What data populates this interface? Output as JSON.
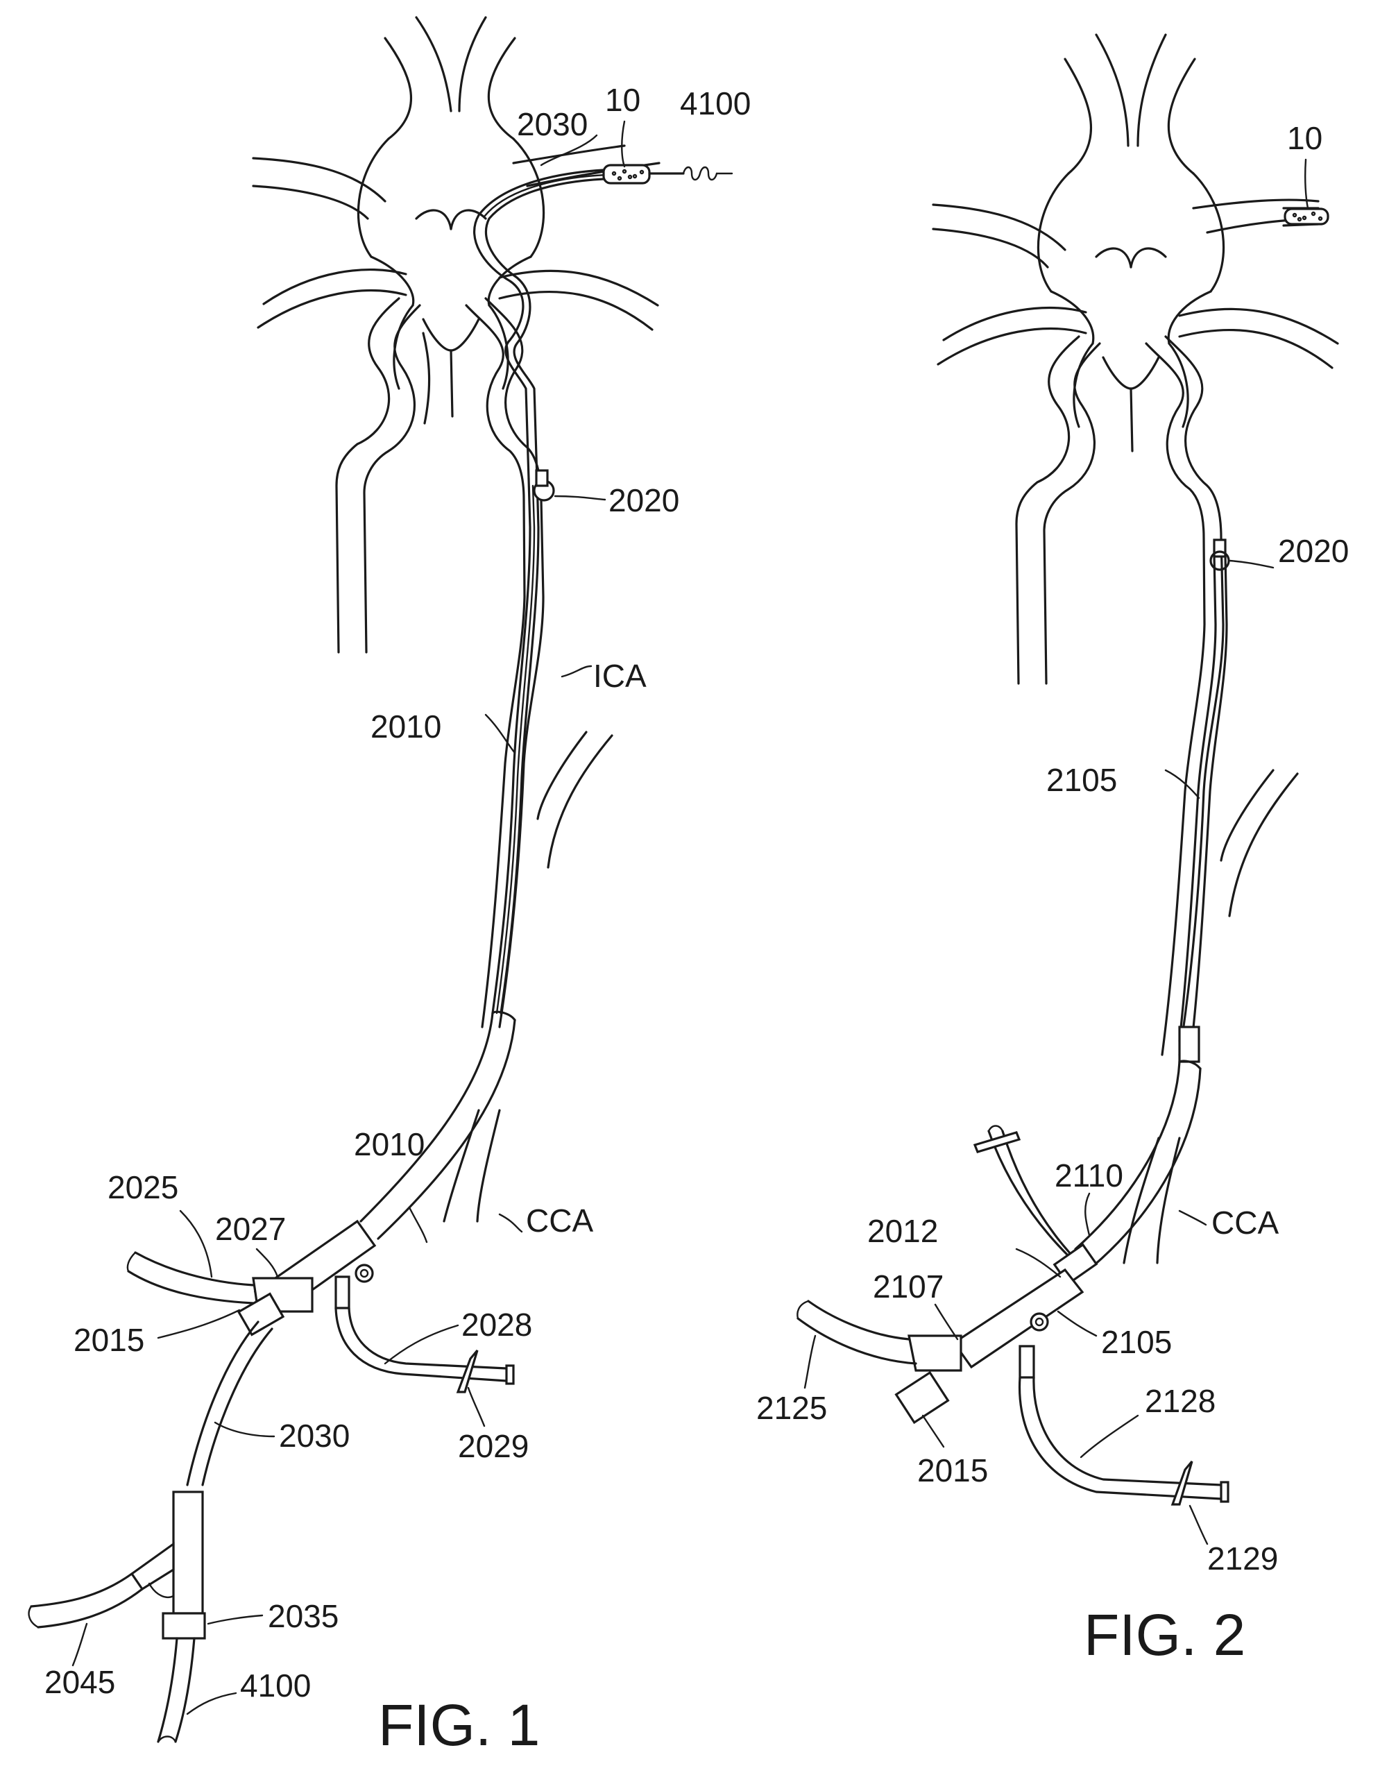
{
  "figures": [
    {
      "id": "fig1",
      "caption": "FIG. 1",
      "labels": [
        "10",
        "4100",
        "2030",
        "2020",
        "ICA",
        "2010",
        "2010",
        "CCA",
        "2025",
        "2027",
        "2015",
        "2028",
        "2030",
        "2029",
        "2035",
        "2045",
        "4100"
      ]
    },
    {
      "id": "fig2",
      "caption": "FIG. 2",
      "labels": [
        "10",
        "2020",
        "2105",
        "2110",
        "CCA",
        "2012",
        "2107",
        "2105",
        "2125",
        "2015",
        "2128",
        "2129"
      ]
    }
  ],
  "colors": {
    "line": "#1a1a1a",
    "background": "#ffffff"
  }
}
